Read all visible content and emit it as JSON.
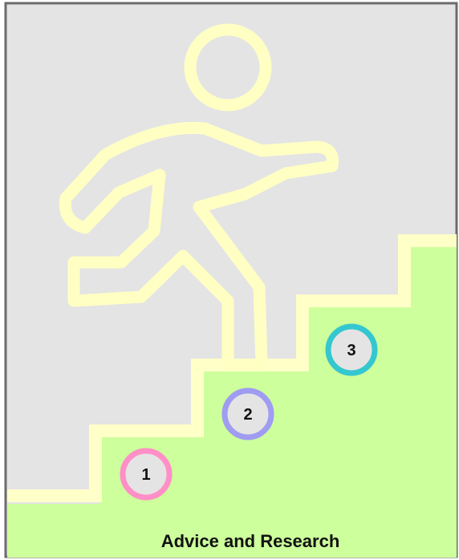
{
  "caption": "Advice and Research",
  "colors": {
    "background": "#e4e4e4",
    "frame": "#6b6b6b",
    "staircase_fill": "#cdff9c",
    "staircase_edge": "#ffffc8",
    "figure_stroke": "#ffffc4"
  },
  "figure_icon": "person-climbing-stairs-icon",
  "steps": [
    {
      "label": "1",
      "ring_color": "#ff8fc6",
      "fill_color": "#e4e4e4"
    },
    {
      "label": "2",
      "ring_color": "#9f9cf2",
      "fill_color": "#e4e4e4"
    },
    {
      "label": "3",
      "ring_color": "#34c7cf",
      "fill_color": "#e4e4e4"
    }
  ]
}
